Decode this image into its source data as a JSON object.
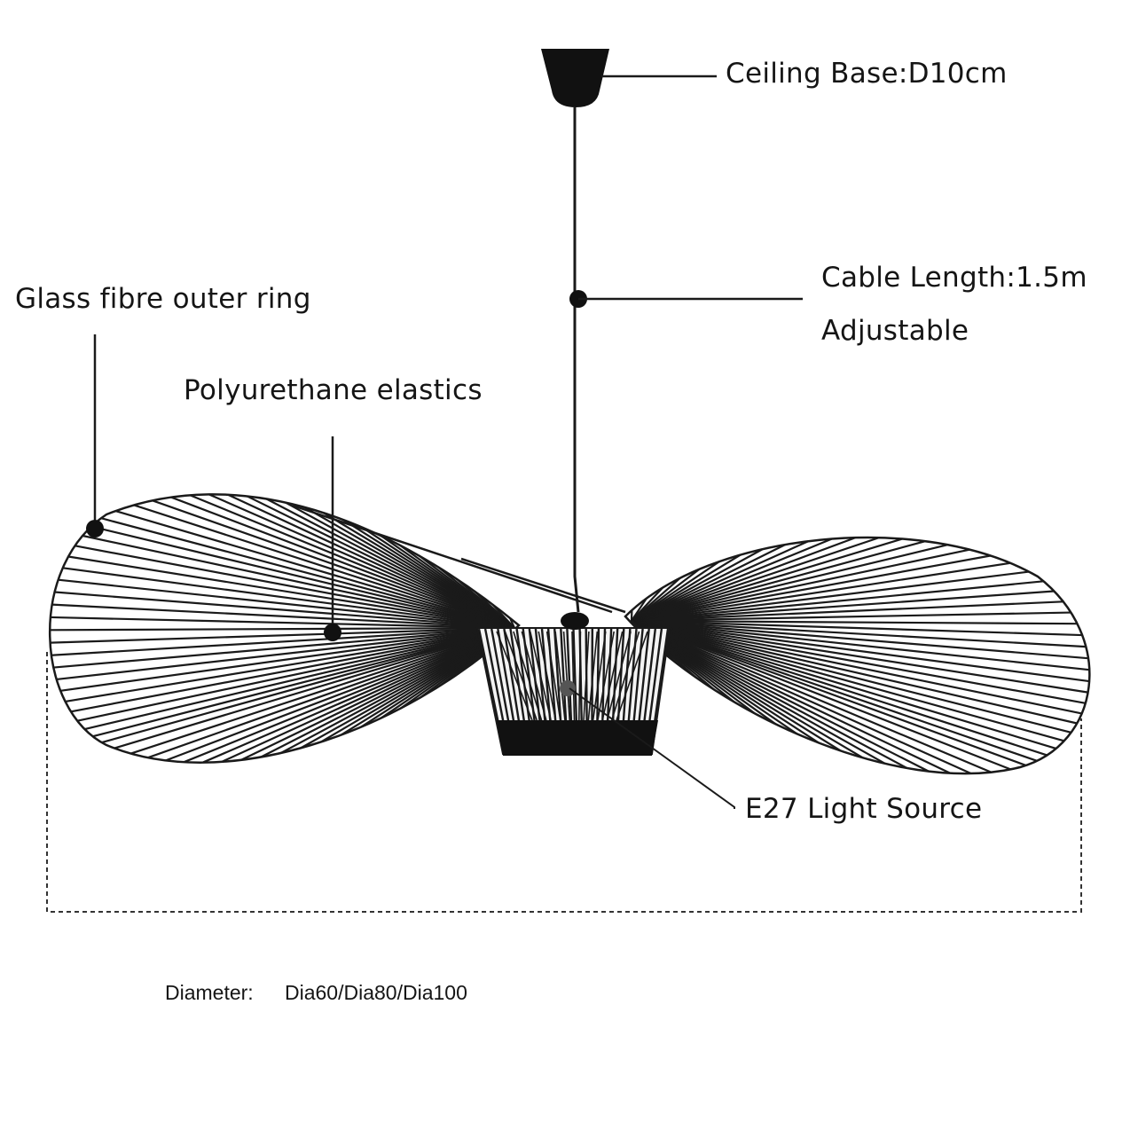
{
  "labels": {
    "ceiling_base": "Ceiling Base:D10cm",
    "cable_length": "Cable Length:1.5m",
    "adjustable": "Adjustable",
    "outer_ring": "Glass fibre outer ring",
    "elastics": "Polyurethane elastics",
    "light_source": "E27 Light Source",
    "diameter_title": "Diameter:",
    "diameter_values": "Dia60/Dia80/Dia100"
  },
  "colors": {
    "line": "#1a1a1a",
    "fill": "#111111",
    "text": "#151515",
    "background": "#ffffff"
  }
}
